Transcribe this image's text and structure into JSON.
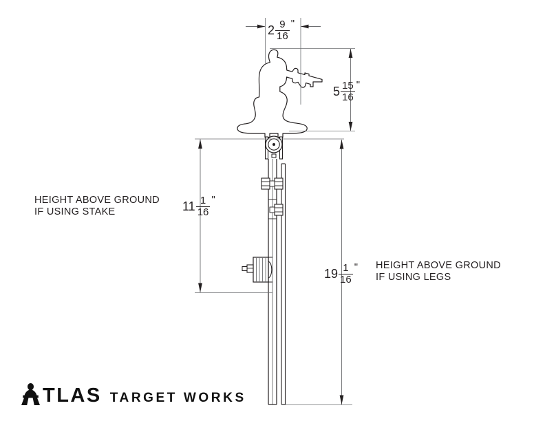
{
  "drawing": {
    "title": "Atlas Target Works kneeling silhouette target assembly drawing",
    "colors": {
      "line": "#231f20",
      "thin_line": "#6d6e71",
      "background": "#ffffff",
      "logo": "#111111"
    }
  },
  "dimensions": {
    "target_width": {
      "whole": "2",
      "numerator": "9",
      "denominator": "16",
      "unit": "\"",
      "full": "2 9/16\"",
      "orientation": "horizontal"
    },
    "target_height": {
      "whole": "5",
      "numerator": "15",
      "denominator": "16",
      "unit": "\"",
      "full": "5 15/16\"",
      "orientation": "vertical"
    },
    "stake_height": {
      "whole": "11",
      "numerator": "1",
      "denominator": "16",
      "unit": "\"",
      "full": "11 1/16\"",
      "orientation": "vertical"
    },
    "legs_height": {
      "whole": "19",
      "numerator": "1",
      "denominator": "16",
      "unit": "\"",
      "full": "19 1/16\"",
      "orientation": "vertical"
    }
  },
  "notes": {
    "stake": {
      "line1": "HEIGHT ABOVE GROUND",
      "line2": "IF USING STAKE"
    },
    "legs": {
      "line1": "HEIGHT ABOVE GROUND",
      "line2": "IF USING LEGS"
    }
  },
  "logo": {
    "brand": "TLAS",
    "brand_full": "ATLAS",
    "tagline": "TARGET WORKS",
    "mark": "figure-a-icon"
  }
}
